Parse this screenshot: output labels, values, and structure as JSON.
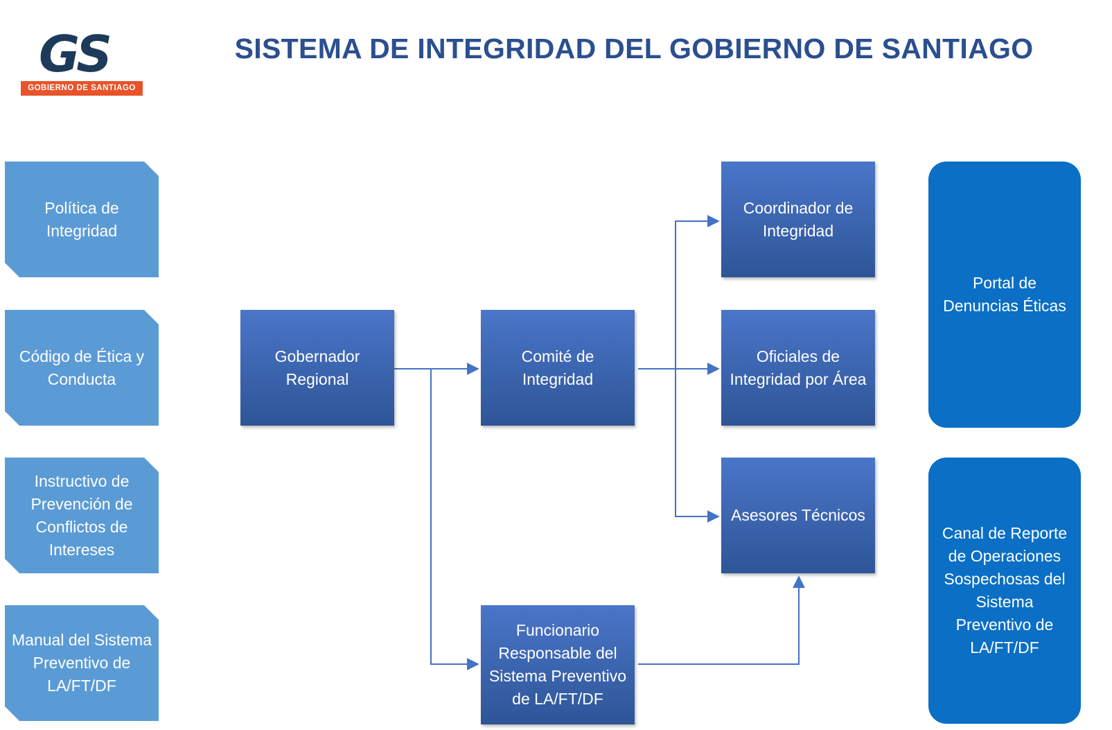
{
  "header": {
    "title": "SISTEMA DE INTEGRIDAD DEL GOBIERNO DE SANTIAGO"
  },
  "logo": {
    "mark": "GS",
    "caption": "GOBIERNO DE SANTIAGO"
  },
  "documents": [
    {
      "label": "Política de Integridad"
    },
    {
      "label": "Código de Ética y Conducta"
    },
    {
      "label": "Instructivo de Prevención de Conflictos de Intereses"
    },
    {
      "label": "Manual del Sistema Preventivo de LA/FT/DF"
    }
  ],
  "roles": {
    "gobernador": "Gobernador Regional",
    "comite": "Comité de Integridad",
    "coordinador": "Coordinador de Integridad",
    "oficiales": "Oficiales de Integridad por Área",
    "asesores": "Asesores Técnicos",
    "funcionario": "Funcionario Responsable del Sistema Preventivo de LA/FT/DF"
  },
  "channels": [
    {
      "label": "Portal de Denuncias Éticas"
    },
    {
      "label": "Canal de Reporte de Operaciones Sospechosas del Sistema Preventivo de LA/FT/DF"
    }
  ],
  "colors": {
    "title": "#2b4f8f",
    "document_fill": "#5b9bd5",
    "role_fill_top": "#4a76c9",
    "role_fill_bottom": "#2e5597",
    "channel_fill": "#0a6fc5",
    "connector": "#4472c4",
    "logo_dark": "#1e3a5a",
    "logo_bar": "#e8532a"
  }
}
